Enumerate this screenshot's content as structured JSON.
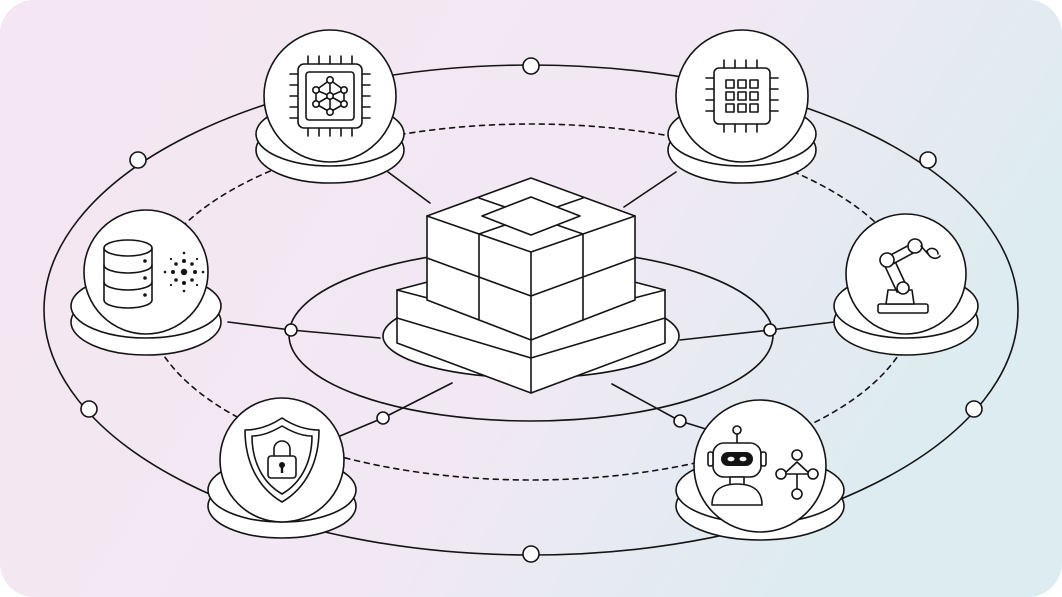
{
  "diagram": {
    "type": "hub-and-spoke network illustration",
    "colors": {
      "background_start": "#f4e6f2",
      "background_mid": "#f2e8f3",
      "background_end": "#dcecf0",
      "stroke": "#141414",
      "fill": "#ffffff"
    },
    "hub": {
      "icon": "layered-cube-icon"
    },
    "nodes": [
      {
        "id": "ai-chip",
        "icon": "neural-network-chip-icon"
      },
      {
        "id": "processor",
        "icon": "cpu-chip-icon"
      },
      {
        "id": "data-storage",
        "icon": "database-icon"
      },
      {
        "id": "robot-arm",
        "icon": "robotic-arm-icon"
      },
      {
        "id": "security",
        "icon": "shield-lock-icon"
      },
      {
        "id": "ai-agent",
        "icon": "robot-network-icon"
      }
    ],
    "rings": [
      "outer-solid-ring",
      "middle-dashed-ring",
      "inner-solid-ring"
    ],
    "text_labels": []
  }
}
